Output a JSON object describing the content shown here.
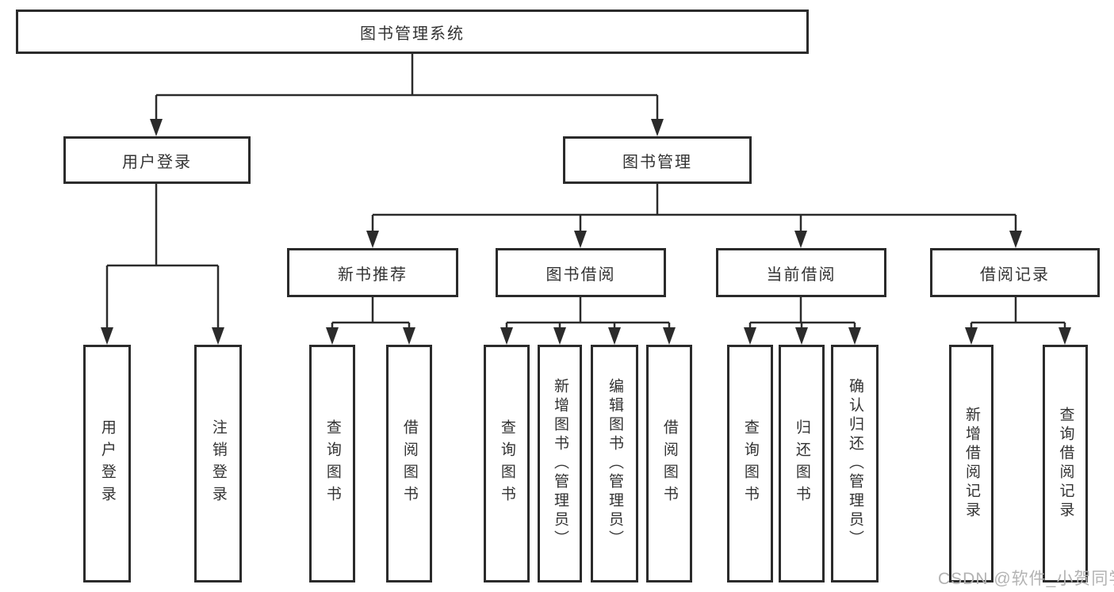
{
  "diagram": {
    "root": "图书管理系统",
    "level1": {
      "user_login": "用户登录",
      "book_mgmt": "图书管理"
    },
    "level2": {
      "new_book": "新书推荐",
      "book_borrow": "图书借阅",
      "current_borrow": "当前借阅",
      "borrow_record": "借阅记录"
    },
    "leaves": {
      "user": [
        "用户登录",
        "注销登录"
      ],
      "new_book": [
        "查询图书",
        "借阅图书"
      ],
      "borrow": [
        "查询图书",
        "新增图书（管理员）",
        "编辑图书（管理员）",
        "借阅图书"
      ],
      "current": [
        "查询图书",
        "归还图书",
        "确认归还（管理员）"
      ],
      "record": [
        "新增借阅记录",
        "查询借阅记录"
      ]
    },
    "watermark": "CSDN @软件_小贺同学"
  },
  "colors": {
    "line": "#2b2b2b",
    "text": "#333333",
    "watermark": "#b3b3b3",
    "background": "#ffffff"
  }
}
